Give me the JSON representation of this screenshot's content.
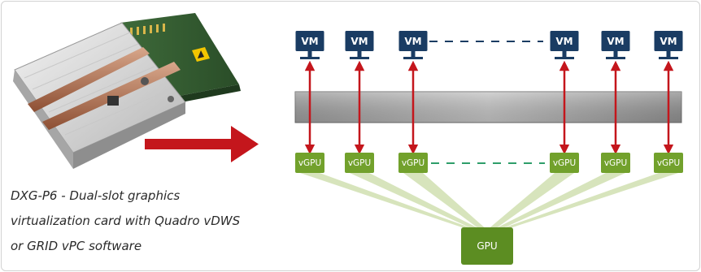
{
  "caption": {
    "line1": "DXG-P6 - Dual-slot graphics",
    "line2": "virtualization card with Quadro vDWS",
    "line3": "or GRID vPC software"
  },
  "diagram": {
    "vms": [
      "VM",
      "VM",
      "VM",
      "VM",
      "VM",
      "VM"
    ],
    "vgpus": [
      "vGPU",
      "vGPU",
      "vGPU",
      "vGPU",
      "vGPU",
      "vGPU"
    ],
    "gpu_label": "GPU"
  },
  "colors": {
    "vm_fill": "#1a3c63",
    "vgpu_fill": "#72a12c",
    "gpu_fill": "#5c8d22",
    "arrow": "#c4161c",
    "vm_dash": "#1a3c63",
    "vgpu_dash": "#2e9e6a",
    "fan": "#c9dba6"
  },
  "icons": {
    "product_photo": "graphics-card-image",
    "pointer": "red-arrow-icon",
    "vm": "monitor-icon"
  }
}
